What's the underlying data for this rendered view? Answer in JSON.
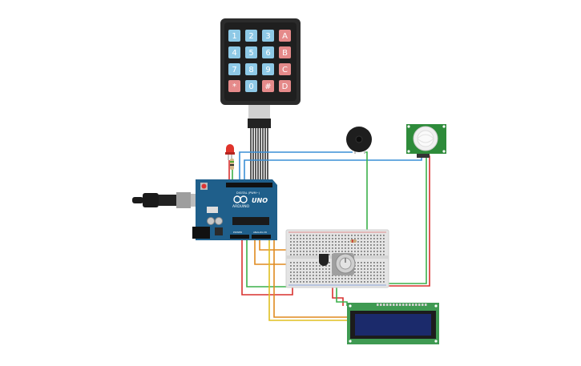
{
  "keypad": {
    "keys": [
      [
        "1",
        "2",
        "3",
        "A"
      ],
      [
        "4",
        "5",
        "6",
        "B"
      ],
      [
        "7",
        "8",
        "9",
        "C"
      ],
      [
        "*",
        "0",
        "#",
        "D"
      ]
    ]
  },
  "arduino": {
    "logo_text": "ARDUINO",
    "model_text": "UNO",
    "header_text": "DIGITAL (PWM~)",
    "power_text": "POWER",
    "analog_text": "ANALOG IN"
  },
  "colors": {
    "wire_blue": "#3a8fd6",
    "wire_red": "#d8312f",
    "wire_green": "#3cb04a",
    "wire_orange": "#e08a1e",
    "wire_yellow": "#e0c020",
    "board_blue": "#1f5f8b",
    "pir_green": "#2e8b3a",
    "lcd_green": "#3f9a52",
    "lcd_screen": "#1b2a6b",
    "keypad_blue": "#8ec9e6",
    "keypad_red": "#e58a8a"
  }
}
